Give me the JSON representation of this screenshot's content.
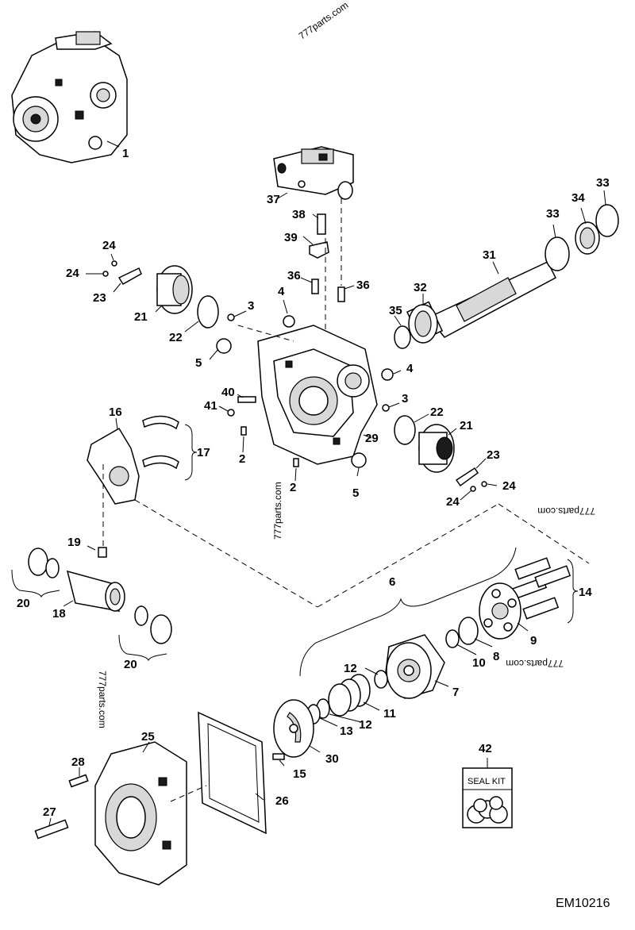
{
  "figure_id": "EM10216",
  "watermarks": [
    "777parts.com",
    "777parts.com",
    "777parts.com",
    "777parts.com"
  ],
  "seal_kit_label": "SEAL KIT",
  "callouts": [
    {
      "label": "1"
    },
    {
      "label": "37"
    },
    {
      "label": "33"
    },
    {
      "label": "33"
    },
    {
      "label": "34"
    },
    {
      "label": "38"
    },
    {
      "label": "39"
    },
    {
      "label": "31"
    },
    {
      "label": "24"
    },
    {
      "label": "24"
    },
    {
      "label": "23"
    },
    {
      "label": "36"
    },
    {
      "label": "36"
    },
    {
      "label": "32"
    },
    {
      "label": "4"
    },
    {
      "label": "3"
    },
    {
      "label": "21"
    },
    {
      "label": "22"
    },
    {
      "label": "35"
    },
    {
      "label": "5"
    },
    {
      "label": "4"
    },
    {
      "label": "40"
    },
    {
      "label": "41"
    },
    {
      "label": "3"
    },
    {
      "label": "22"
    },
    {
      "label": "16"
    },
    {
      "label": "21"
    },
    {
      "label": "29"
    },
    {
      "label": "2"
    },
    {
      "label": "17"
    },
    {
      "label": "23"
    },
    {
      "label": "2"
    },
    {
      "label": "5"
    },
    {
      "label": "24"
    },
    {
      "label": "24"
    },
    {
      "label": "19"
    },
    {
      "label": "6"
    },
    {
      "label": "14"
    },
    {
      "label": "20"
    },
    {
      "label": "18"
    },
    {
      "label": "9"
    },
    {
      "label": "8"
    },
    {
      "label": "10"
    },
    {
      "label": "20"
    },
    {
      "label": "12"
    },
    {
      "label": "7"
    },
    {
      "label": "11"
    },
    {
      "label": "12"
    },
    {
      "label": "13"
    },
    {
      "label": "25"
    },
    {
      "label": "42"
    },
    {
      "label": "30"
    },
    {
      "label": "28"
    },
    {
      "label": "15"
    },
    {
      "label": "26"
    },
    {
      "label": "27"
    }
  ]
}
